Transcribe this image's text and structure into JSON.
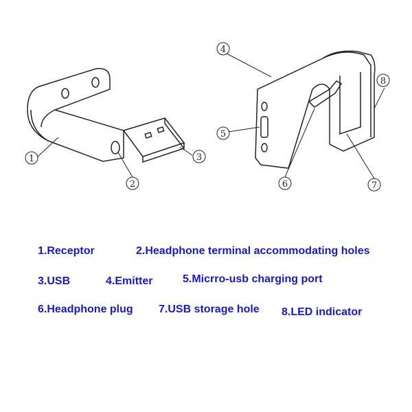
{
  "callouts": [
    "1",
    "2",
    "3",
    "4",
    "5",
    "6",
    "7",
    "8"
  ],
  "legend": [
    "1.Receptor",
    "2.Headphone terminal accommodating holes",
    "3.USB",
    "4.Emitter",
    "5.Micrro-usb charging port",
    "6.Headphone plug",
    "7.USB storage hole",
    "8.LED indicator"
  ]
}
